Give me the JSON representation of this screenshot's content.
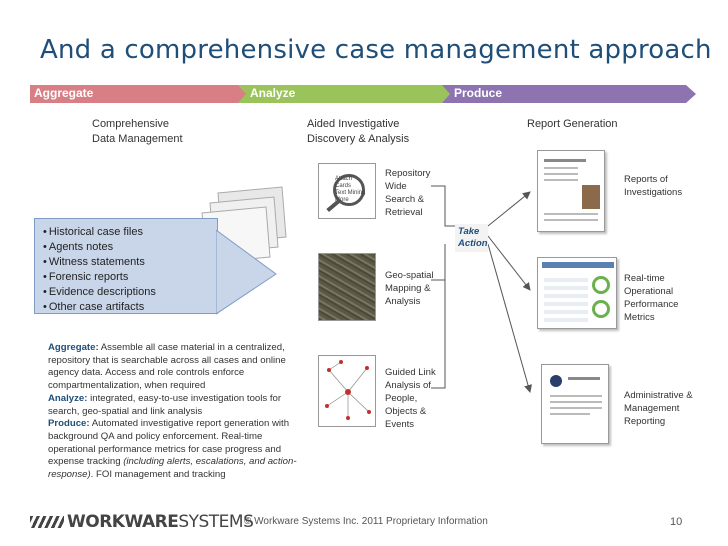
{
  "slide": {
    "title": "And a comprehensive case management approach",
    "page_number": "10",
    "footer": "© Workware Systems Inc. 2011  Proprietary Information",
    "logo_bold": "WORKWARE",
    "logo_light": "SYSTEMS"
  },
  "phases": [
    {
      "label": "Aggregate",
      "color": "#d87f86"
    },
    {
      "label": "Analyze",
      "color": "#9bc35b"
    },
    {
      "label": "Produce",
      "color": "#8d74b0"
    }
  ],
  "headers": {
    "col1_line1": "Comprehensive",
    "col1_line2": "Data Management",
    "col2_line1": "Aided Investigative",
    "col2_line2": "Discovery & Analysis",
    "col3": "Report Generation"
  },
  "bullets": [
    "Historical case files",
    "Agents notes",
    "Witness statements",
    "Forensic reports",
    "Evidence descriptions",
    "Other case artifacts"
  ],
  "analysis": [
    {
      "lines": [
        "Repository",
        "Wide",
        "Search &",
        "Retrieval"
      ]
    },
    {
      "lines": [
        "Geo-spatial",
        "Mapping &",
        "Analysis"
      ]
    },
    {
      "lines": [
        "Guided Link",
        "Analysis of",
        "People,",
        "Objects &",
        "Events"
      ]
    }
  ],
  "thumb_words": [
    "Attach",
    "Cards",
    "Text Mining",
    "More"
  ],
  "take_action": {
    "line1": "Take",
    "line2": "Action",
    "color": "#1f4e79"
  },
  "reports": [
    {
      "lines": [
        "Reports of",
        "Investigations"
      ]
    },
    {
      "lines": [
        "Real-time",
        "Operational",
        "Performance",
        "Metrics"
      ]
    },
    {
      "lines": [
        "Administrative &",
        "Management",
        "Reporting"
      ]
    }
  ],
  "description": {
    "aggregate_label": "Aggregate:",
    "aggregate_text": " Assemble all case material in a centralized, repository that is searchable across all cases and online agency data. Access and role controls enforce compartmentalization, when required",
    "analyze_label": "Analyze:",
    "analyze_text": "  integrated, easy-to-use investigation tools for search, geo-spatial and link analysis",
    "produce_label": "Produce:",
    "produce_text": " Automated investigative report generation with background QA and policy enforcement. Real-time operational performance metrics for case progress and expense tracking ",
    "produce_italic": "(including alerts, escalations, and action-response)",
    "produce_tail": ". FOI management and tracking"
  }
}
